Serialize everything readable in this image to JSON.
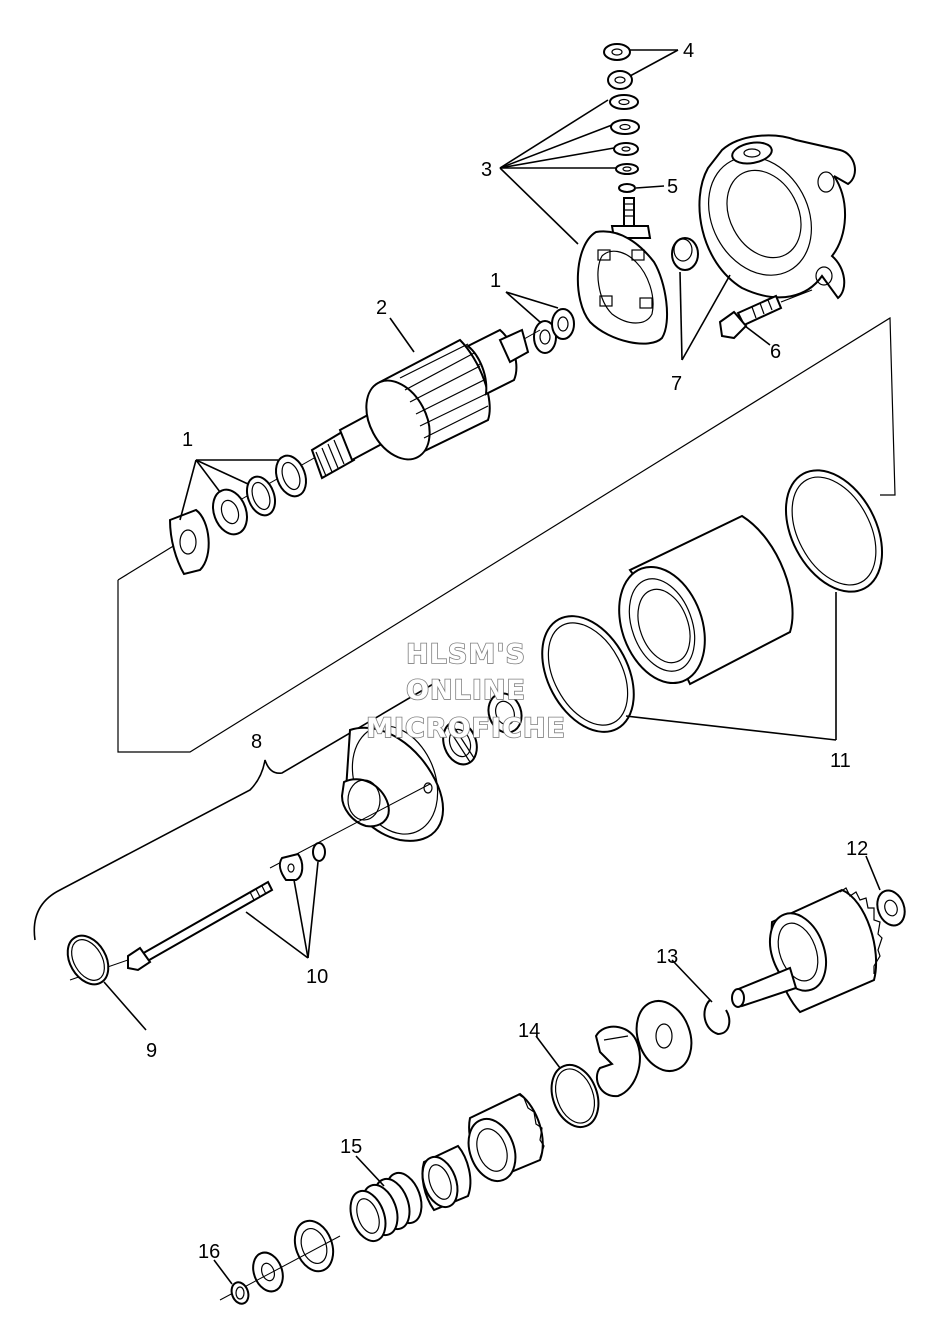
{
  "diagram": {
    "callouts": [
      {
        "id": "c4",
        "text": "4"
      },
      {
        "id": "c3",
        "text": "3"
      },
      {
        "id": "c5",
        "text": "5"
      },
      {
        "id": "c1a",
        "text": "1"
      },
      {
        "id": "c2",
        "text": "2"
      },
      {
        "id": "c6",
        "text": "6"
      },
      {
        "id": "c7",
        "text": "7"
      },
      {
        "id": "c1b",
        "text": "1"
      },
      {
        "id": "c8",
        "text": "8"
      },
      {
        "id": "c11",
        "text": "11"
      },
      {
        "id": "c12",
        "text": "12"
      },
      {
        "id": "c10",
        "text": "10"
      },
      {
        "id": "c9",
        "text": "9"
      },
      {
        "id": "c13",
        "text": "13"
      },
      {
        "id": "c14",
        "text": "14"
      },
      {
        "id": "c15",
        "text": "15"
      },
      {
        "id": "c16",
        "text": "16"
      }
    ],
    "watermark": {
      "line1": "HLSM'S",
      "line2": "ONLINE",
      "line3": "MICROFICHE"
    }
  }
}
